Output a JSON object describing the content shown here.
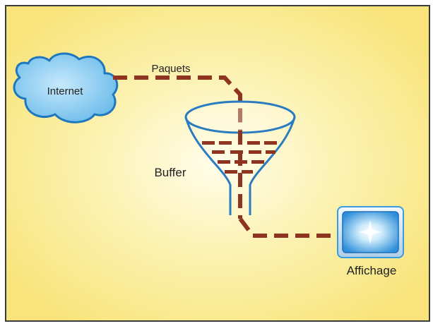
{
  "labels": {
    "internet": "Internet",
    "packets": "Paquets",
    "buffer": "Buffer",
    "display": "Affichage"
  },
  "colors": {
    "background_center": "#FFFDEB",
    "background_edge": "#F8E47A",
    "frame_border": "#3A3A3A",
    "cloud_fill": "#7EC8F2",
    "cloud_stroke": "#1E78BE",
    "funnel_stroke": "#2A7CC0",
    "packet_dash": "#8E3420",
    "screen_glow": "#E6F7FF",
    "screen_edge": "#3A9BE0"
  },
  "icons": {
    "internet": "cloud-icon",
    "buffer": "funnel-icon",
    "display": "screen-icon"
  }
}
